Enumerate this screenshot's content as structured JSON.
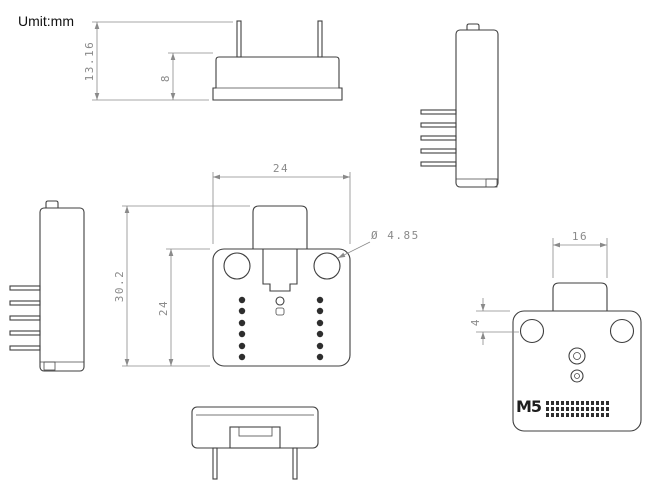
{
  "page": {
    "unit_label": "Umit:mm",
    "background_color": "#ffffff",
    "outline_color": "#3f3f3f",
    "dimension_color": "#8a8a8a"
  },
  "views": {
    "top": {
      "label": "top-view-with-pins",
      "dims": {
        "total_height": "13.16",
        "body_height": "8"
      }
    },
    "front": {
      "label": "front-view",
      "dims": {
        "width": "24",
        "total_height": "30.2",
        "body_height": "24",
        "hole_diameter": "Ø 4.85"
      }
    },
    "back": {
      "label": "back-view",
      "logo": "M5",
      "dims": {
        "tab_width": "16",
        "hole_offset": "4"
      }
    }
  }
}
